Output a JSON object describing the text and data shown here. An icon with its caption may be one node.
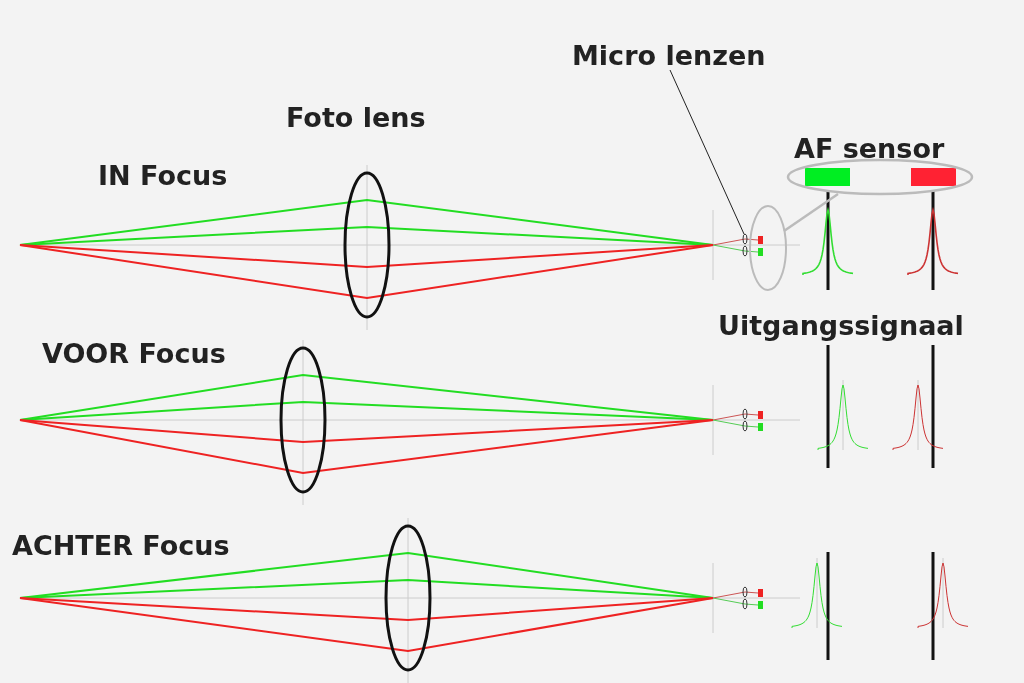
{
  "diagram": {
    "nodes": [
      {
        "text": [
          "Micro lenzen"
        ]
      },
      {
        "text": [],
        "shape": "lens"
      },
      {
        "text": [],
        "shape": "ellipse"
      },
      {
        "text": [
          "AF sensor"
        ]
      }
    ],
    "edges": [
      {
        "from": 0,
        "to": 1,
        "arrow": "none"
      },
      {
        "from": 2,
        "to": 3,
        "arrow": "none",
        "color": "#bbbbbb"
      }
    ],
    "labels": [
      "Foto lens",
      "IN Focus",
      "VOOR Focus",
      "ACHTER Focus",
      "Uitgangssignaal"
    ]
  }
}
